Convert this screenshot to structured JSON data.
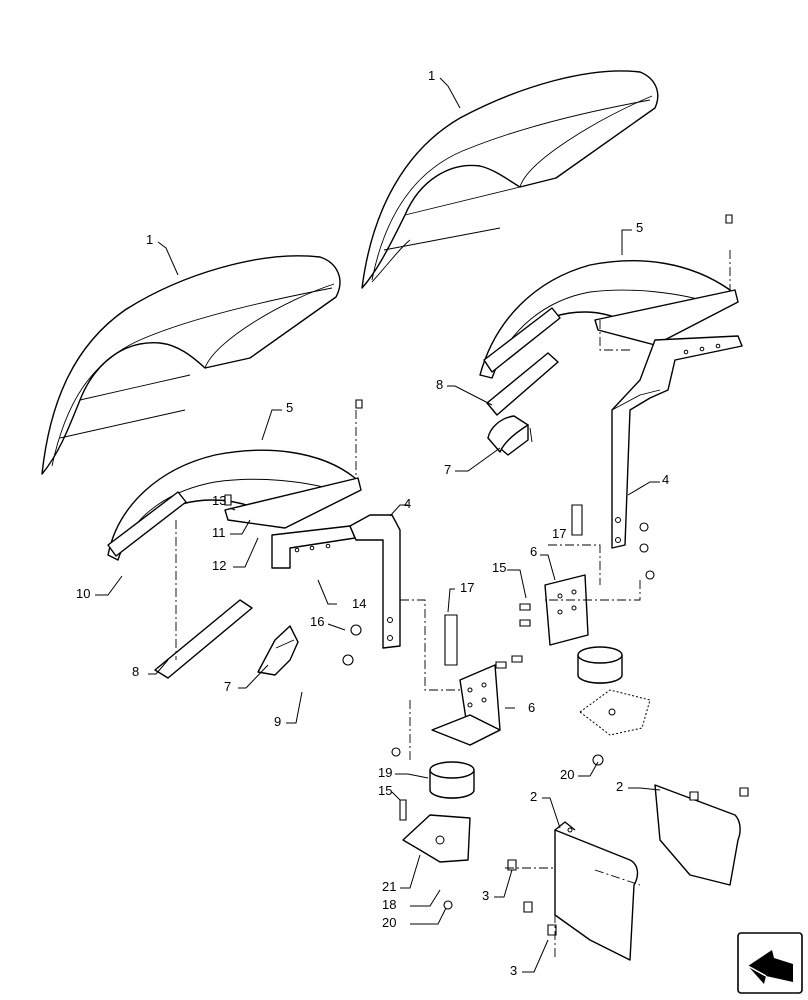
{
  "callouts": {
    "c1a": "1",
    "c1b": "1",
    "c2a": "2",
    "c2b": "2",
    "c3a": "3",
    "c3b": "3",
    "c4a": "4",
    "c4b": "4",
    "c5a": "5",
    "c5b": "5",
    "c6a": "6",
    "c6b": "6",
    "c7a": "7",
    "c7b": "7",
    "c8a": "8",
    "c8b": "8",
    "c9": "9",
    "c10": "10",
    "c11": "11",
    "c12": "12",
    "c13": "13",
    "c14": "14",
    "c15a": "15",
    "c15b": "15",
    "c16": "16",
    "c17a": "17",
    "c17b": "17",
    "c18": "18",
    "c19": "19",
    "c20a": "20",
    "c20b": "20",
    "c21": "21"
  },
  "icons": {
    "nav": "navigation-arrow-icon"
  }
}
